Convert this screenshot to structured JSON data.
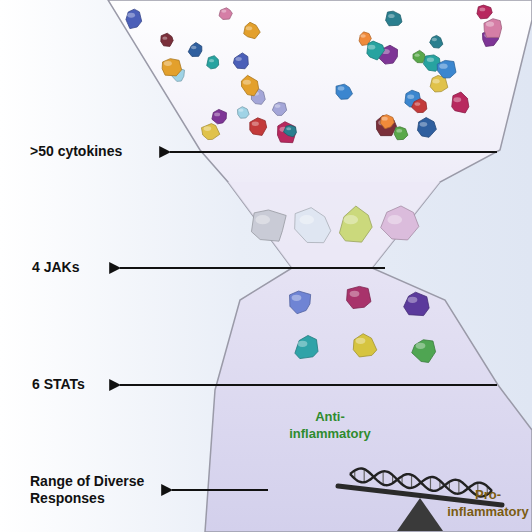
{
  "diagram": {
    "labels": [
      ">50 cytokines",
      "4 JAKs",
      "6 STATs",
      "Anti- inflammatory",
      "Pro- inflammatory",
      "Range of Diverse Responses"
    ]
  }
}
